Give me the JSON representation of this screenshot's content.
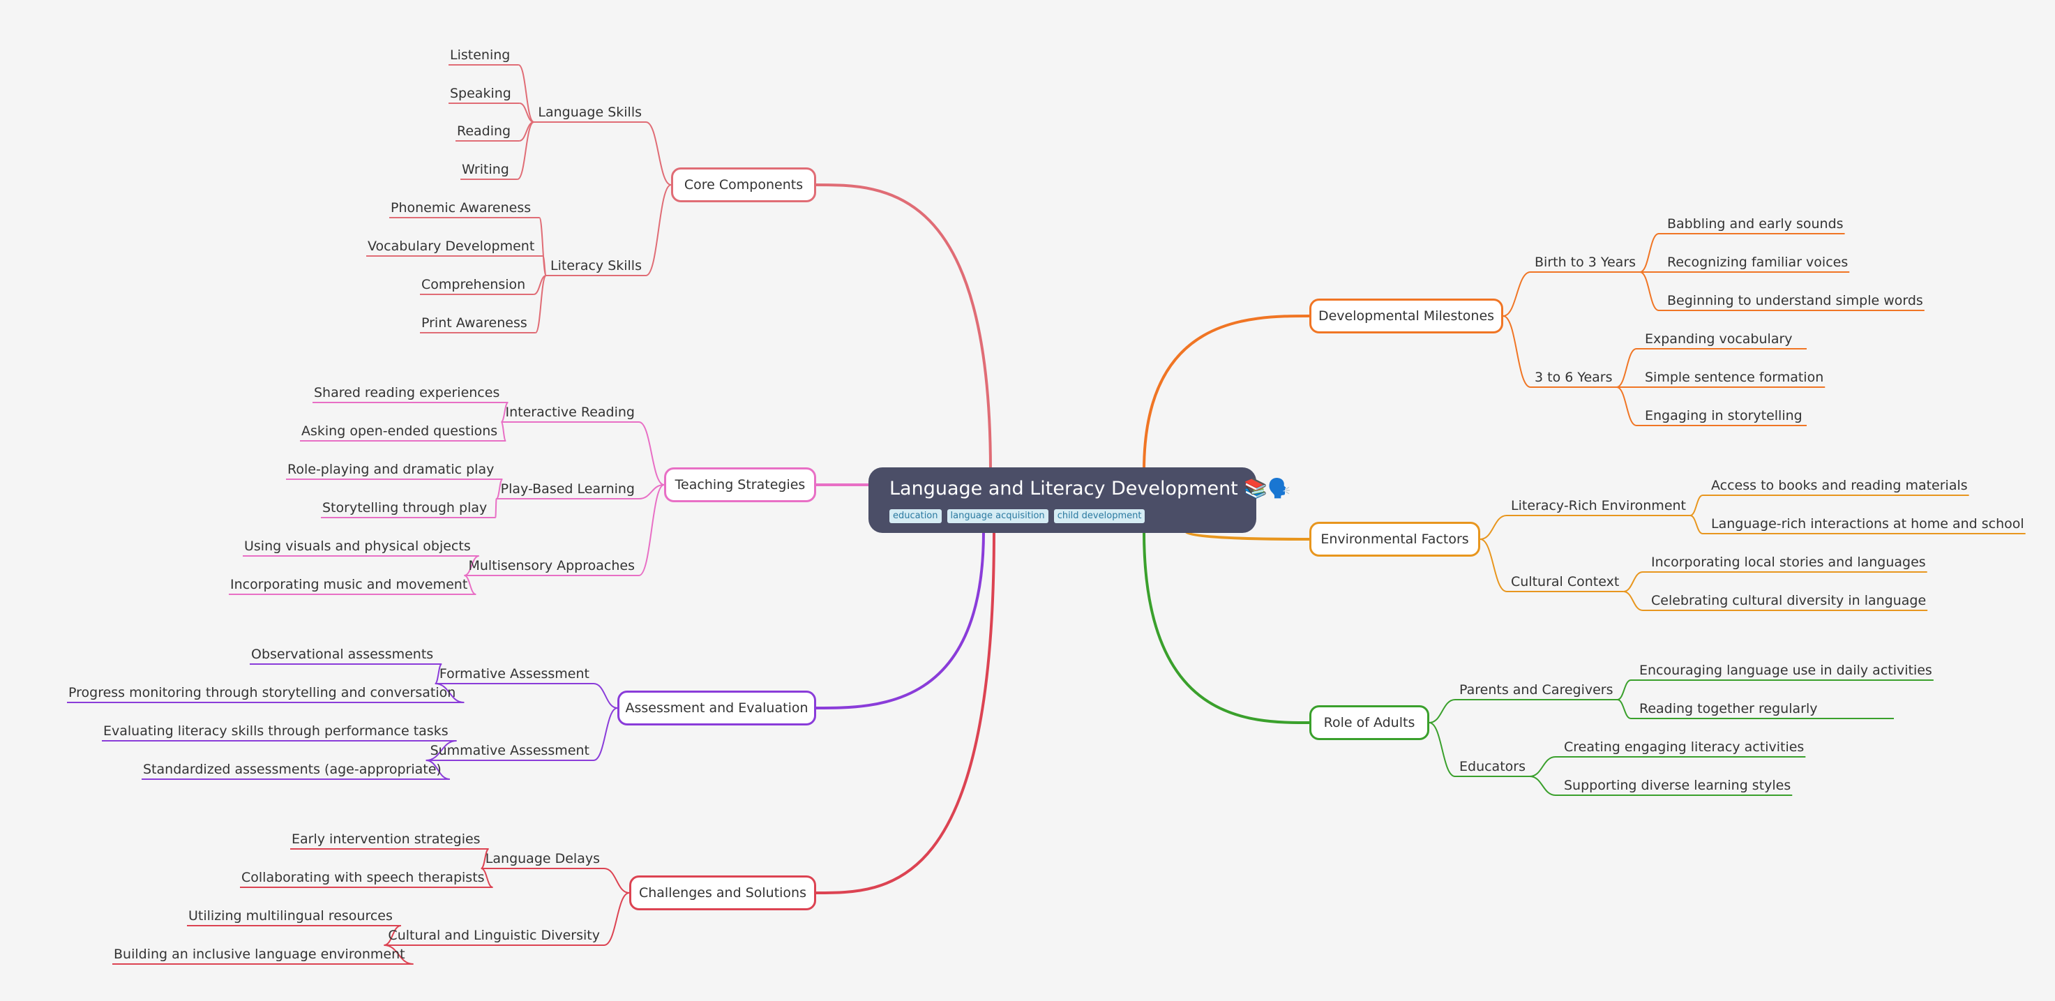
{
  "root": {
    "title": "Language and Literacy Development 📚🗣️",
    "tags": [
      "education",
      "language acquisition",
      "child development"
    ]
  },
  "branches": [
    {
      "label": "Core Components",
      "color": "#e06c75",
      "groups": [
        {
          "label": "Language Skills",
          "leaves": [
            "Listening",
            "Speaking",
            "Reading",
            "Writing"
          ]
        },
        {
          "label": "Literacy Skills",
          "leaves": [
            "Phonemic Awareness",
            "Vocabulary Development",
            "Comprehension",
            "Print Awareness"
          ]
        }
      ]
    },
    {
      "label": "Teaching Strategies",
      "color": "#e86fc5",
      "groups": [
        {
          "label": "Interactive Reading",
          "leaves": [
            "Shared reading experiences",
            "Asking open-ended questions"
          ]
        },
        {
          "label": "Play-Based Learning",
          "leaves": [
            "Role-playing and dramatic play",
            "Storytelling through play"
          ]
        },
        {
          "label": "Multisensory Approaches",
          "leaves": [
            "Using visuals and physical objects",
            "Incorporating music and movement"
          ]
        }
      ]
    },
    {
      "label": "Assessment and Evaluation",
      "color": "#8a3cd9",
      "groups": [
        {
          "label": "Formative Assessment",
          "leaves": [
            "Observational assessments",
            "Progress monitoring through storytelling and conversation"
          ]
        },
        {
          "label": "Summative Assessment",
          "leaves": [
            "Evaluating literacy skills through performance tasks",
            "Standardized assessments (age-appropriate)"
          ]
        }
      ]
    },
    {
      "label": "Challenges and Solutions",
      "color": "#dc4352",
      "groups": [
        {
          "label": "Language Delays",
          "leaves": [
            "Early intervention strategies",
            "Collaborating with speech therapists"
          ]
        },
        {
          "label": "Cultural and Linguistic Diversity",
          "leaves": [
            "Utilizing multilingual resources",
            "Building an inclusive language environment"
          ]
        }
      ]
    },
    {
      "label": "Developmental Milestones",
      "color": "#f07524",
      "groups": [
        {
          "label": "Birth to 3 Years",
          "leaves": [
            "Babbling and early sounds",
            "Recognizing familiar voices",
            "Beginning to understand simple words"
          ]
        },
        {
          "label": "3 to 6 Years",
          "leaves": [
            "Expanding vocabulary",
            "Simple sentence formation",
            "Engaging in storytelling"
          ]
        }
      ]
    },
    {
      "label": "Environmental Factors",
      "color": "#e8961e",
      "groups": [
        {
          "label": "Literacy-Rich Environment",
          "leaves": [
            "Access to books and reading materials",
            "Language-rich interactions at home and school"
          ]
        },
        {
          "label": "Cultural Context",
          "leaves": [
            "Incorporating local stories and languages",
            "Celebrating cultural diversity in language"
          ]
        }
      ]
    },
    {
      "label": "Role of Adults",
      "color": "#3aa02c",
      "groups": [
        {
          "label": "Parents and Caregivers",
          "leaves": [
            "Encouraging language use in daily activities",
            "Reading together regularly"
          ]
        },
        {
          "label": "Educators",
          "leaves": [
            "Creating engaging literacy activities",
            "Supporting diverse learning styles"
          ]
        }
      ]
    }
  ]
}
